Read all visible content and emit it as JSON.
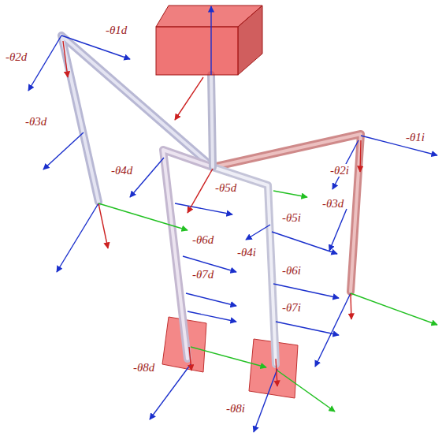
{
  "diagram": {
    "labels": [
      "-θ1d",
      "-θ2d",
      "-θ3d",
      "-θ4d",
      "-θ5d",
      "-θ6d",
      "-θ7d",
      "-θ8d",
      "-θ1i",
      "-θ2i",
      "-θ3d",
      "-θ4i",
      "-θ5i",
      "-θ6i",
      "-θ7i",
      "-θ8i"
    ]
  }
}
